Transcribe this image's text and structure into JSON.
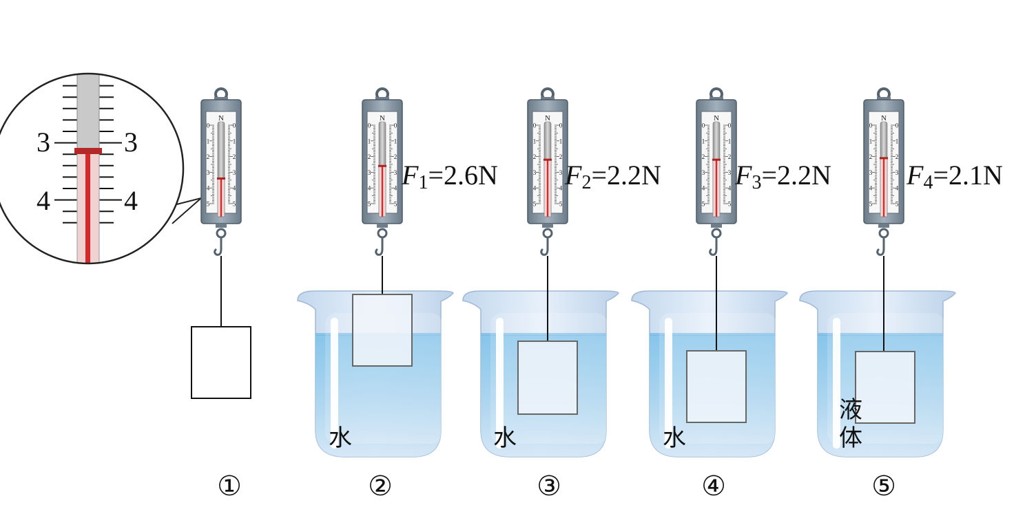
{
  "scale": {
    "unit": "N",
    "ticks": [
      "0",
      "1",
      "2",
      "3",
      "4",
      "5"
    ]
  },
  "zoom": {
    "tick_low": "3",
    "tick_high": "4"
  },
  "setups": [
    {
      "id": "1",
      "marker": "①",
      "liquid": "",
      "force_symbol": "",
      "force_sub": "",
      "force_value": "",
      "reading_N": 3.4,
      "immersion": "none"
    },
    {
      "id": "2",
      "marker": "②",
      "liquid": "水",
      "force_symbol": "F",
      "force_sub": "1",
      "force_value": "=2.6N",
      "reading_N": 2.6,
      "immersion": "partial"
    },
    {
      "id": "3",
      "marker": "③",
      "liquid": "水",
      "force_symbol": "F",
      "force_sub": "2",
      "force_value": "=2.2N",
      "reading_N": 2.2,
      "immersion": "full"
    },
    {
      "id": "4",
      "marker": "④",
      "liquid": "水",
      "force_symbol": "F",
      "force_sub": "3",
      "force_value": "=2.2N",
      "reading_N": 2.2,
      "immersion": "full-deeper"
    },
    {
      "id": "5",
      "marker": "⑤",
      "liquid": "液体",
      "force_symbol": "F",
      "force_sub": "4",
      "force_value": "=2.1N",
      "reading_N": 2.1,
      "immersion": "full"
    }
  ],
  "colors": {
    "water": "#8fc9ec",
    "beaker_glass": "#b9d4ec",
    "scale_body": "#8e9ba8",
    "indicator": "#d42a2a"
  }
}
